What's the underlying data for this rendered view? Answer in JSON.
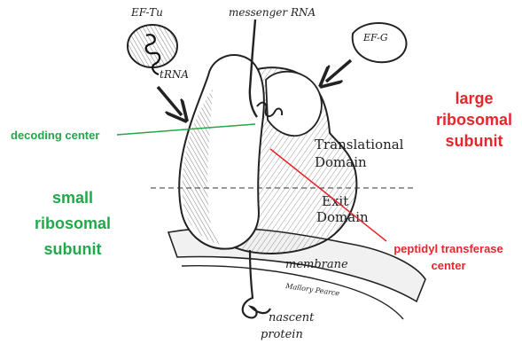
{
  "colors": {
    "green": "#21a84a",
    "red": "#e8252b",
    "ink": "#222222"
  },
  "drawing": {
    "ef_tu": "EF-Tu",
    "trna": "tRNA",
    "messenger_rna": "messenger RNA",
    "ef_g": "EF-G",
    "translational_domain_line1": "Translational",
    "translational_domain_line2": "Domain",
    "exit_domain_line1": "Exit",
    "exit_domain_line2": "Domain",
    "membrane": "membrane",
    "signature": "Mallory Pearce",
    "nascent_protein_line1": "nascent",
    "nascent_protein_line2": "protein"
  },
  "labels": {
    "decoding_center": "decoding center",
    "large_subunit_line1": "large",
    "large_subunit_line2": "ribosomal",
    "large_subunit_line3": "subunit",
    "small_subunit_line1": "small",
    "small_subunit_line2": "ribosomal",
    "small_subunit_line3": "subunit",
    "peptidyl_line1": "peptidyl transferase",
    "peptidyl_line2": "center"
  }
}
